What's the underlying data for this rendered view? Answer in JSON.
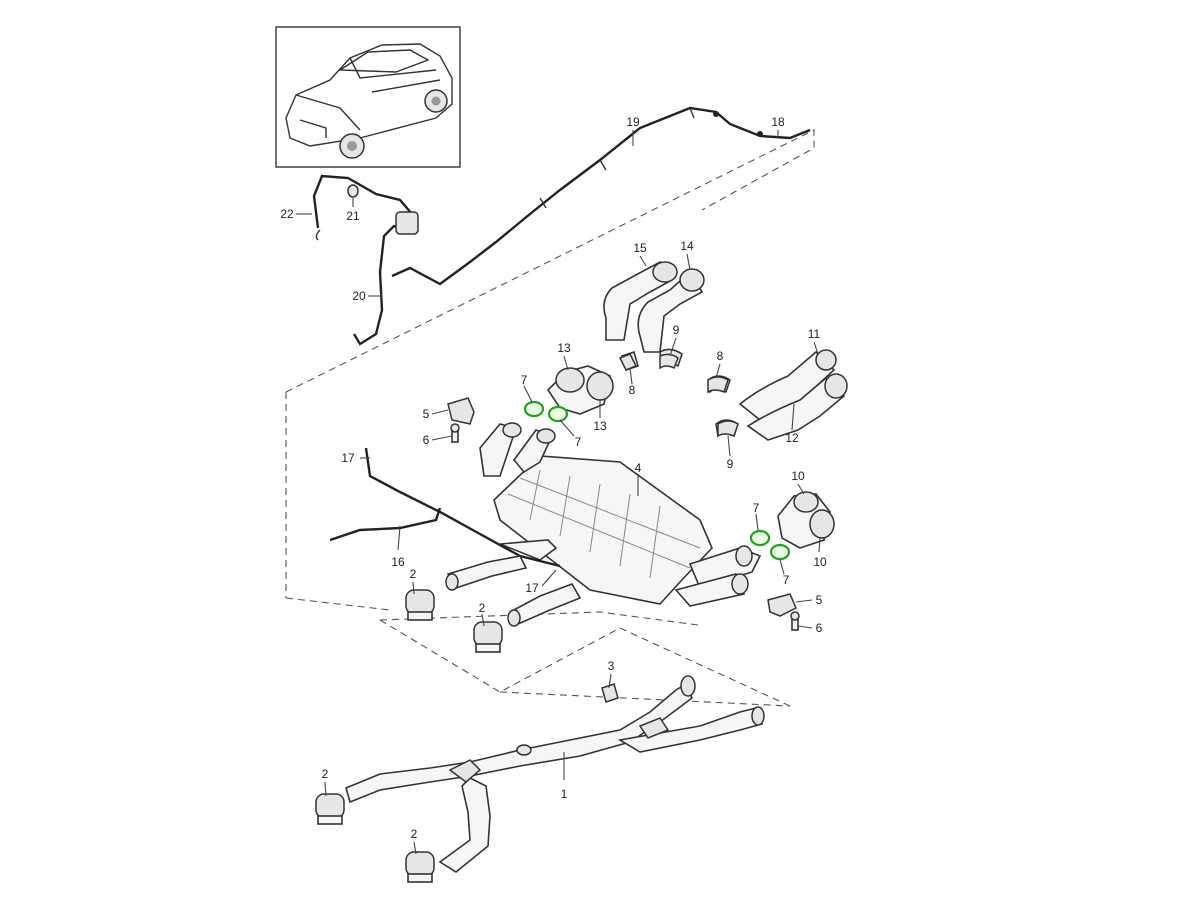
{
  "labels": [
    "1",
    "2",
    "2",
    "2",
    "2",
    "2",
    "3",
    "4",
    "5",
    "5",
    "6",
    "6",
    "7",
    "7",
    "7",
    "7",
    "8",
    "8",
    "9",
    "9",
    "10",
    "10",
    "11",
    "12",
    "13",
    "13",
    "14",
    "15",
    "16",
    "17",
    "17",
    "18",
    "19",
    "20",
    "21",
    "22"
  ],
  "highlight_color": "#1fa31f",
  "line_color": "#333333"
}
